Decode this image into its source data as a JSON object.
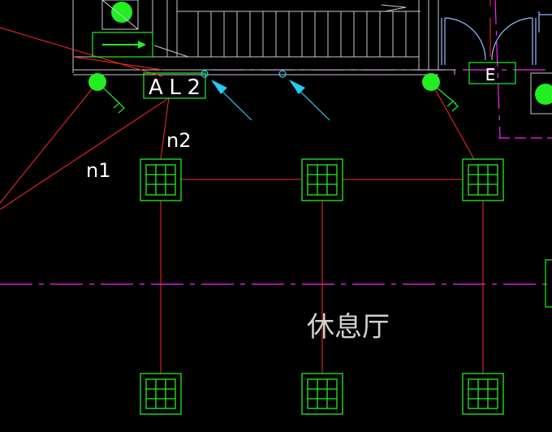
{
  "labels": {
    "panel": "AL2",
    "circuit_1": "n1",
    "circuit_2": "n2",
    "room_name": "休息厅",
    "exit_sign": "E"
  },
  "colors": {
    "background": "#000000",
    "wall": "#c8c8c8",
    "wiring": "#ff2a2a",
    "fixture": "#22ee22",
    "sensor": "#22ccee",
    "axis": "#ff22ff",
    "door": "#99bbff",
    "text": "#ffffff"
  },
  "icons": [
    "light-fixture-icon",
    "wall-lamp-icon",
    "smoke-detector-icon",
    "exit-sign-icon",
    "door-swing-icon"
  ]
}
